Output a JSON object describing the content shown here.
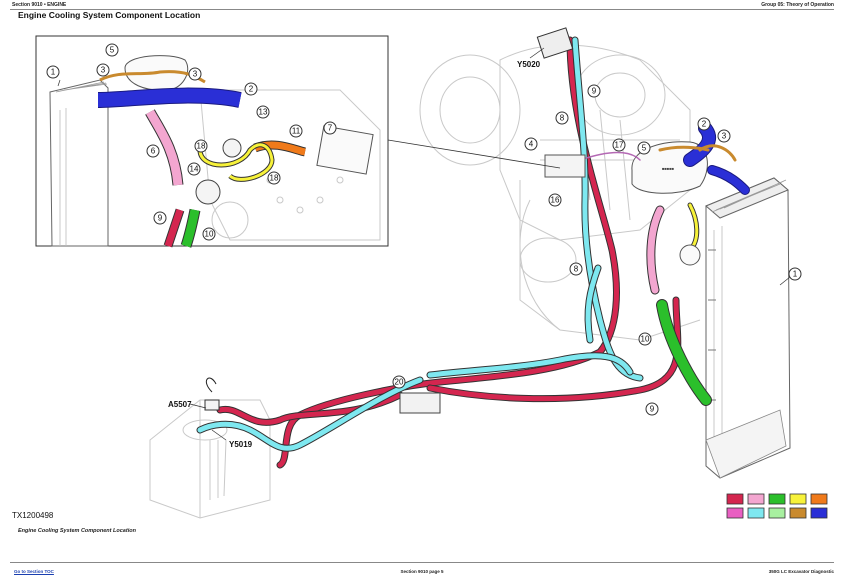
{
  "header": {
    "left": "Section 9010 • ENGINE",
    "right": "Group 05: Theory of Operation"
  },
  "title": "Engine Cooling System Component Location",
  "figure": {
    "id": "TX1200498",
    "caption": "Engine Cooling System Component Location"
  },
  "callouts": {
    "inset": [
      "1",
      "2",
      "3",
      "3",
      "5",
      "6",
      "7",
      "9",
      "10",
      "11",
      "13",
      "14",
      "18",
      "18"
    ],
    "main": [
      "1",
      "2",
      "3",
      "4",
      "5",
      "8",
      "8",
      "9",
      "9",
      "10",
      "16",
      "17",
      "20"
    ]
  },
  "component_labels": [
    "Y5020",
    "A5507",
    "Y5019"
  ],
  "legend": {
    "swatches": [
      "#d4264f",
      "#f3a6d0",
      "#2bbf2b",
      "#f7f23a",
      "#f07a1a",
      "#e95fc2",
      "#7ee8f0",
      "#a8f0a0",
      "#c98a2e",
      "#2a2fd6"
    ]
  },
  "colors": {
    "coolant_red": "#d4264f",
    "coolant_pink": "#f3a6d0",
    "coolant_green": "#2bbf2b",
    "coolant_yellow": "#f7f23a",
    "coolant_orange": "#f07a1a",
    "coolant_cyan": "#7ee8f0",
    "coolant_blue": "#2a2fd6",
    "coolant_brown": "#c98a2e"
  },
  "footer": {
    "left": "Go to Section TOC",
    "center": "Section 9010 page 5",
    "right": "350G LC Excavator Diagnostic"
  }
}
